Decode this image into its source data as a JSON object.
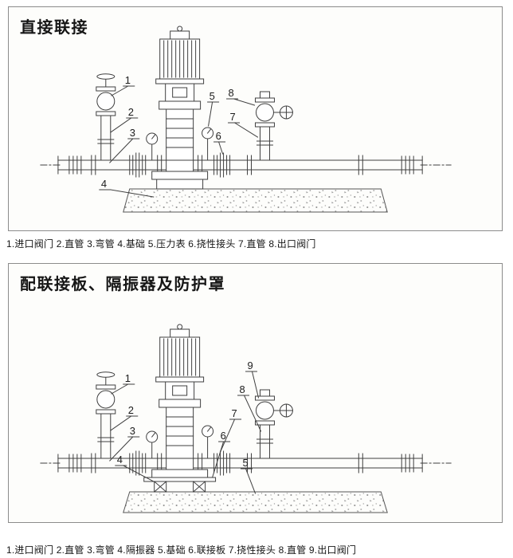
{
  "page": {
    "background": "#ffffff"
  },
  "figure1": {
    "title": "直接联接",
    "caption": "1.进口阀门 2.直管 3.弯管 4.基础 5.压力表 6.挠性接头 7.直管 8.出口阀门",
    "callouts": [
      "1",
      "2",
      "3",
      "4",
      "5",
      "6",
      "7",
      "8"
    ]
  },
  "figure2": {
    "title": "配联接板、隔振器及防护罩",
    "caption": "1.进口阀门 2.直管 3.弯管 4.隔振器 5.基础 6.联接板 7.挠性接头 8.直管 9.出口阀门",
    "callouts": [
      "1",
      "2",
      "3",
      "4",
      "5",
      "6",
      "7",
      "8",
      "9"
    ]
  },
  "colors": {
    "line": "#3f3f3f",
    "border": "#8c8c8c",
    "text": "#1c1c1c"
  }
}
